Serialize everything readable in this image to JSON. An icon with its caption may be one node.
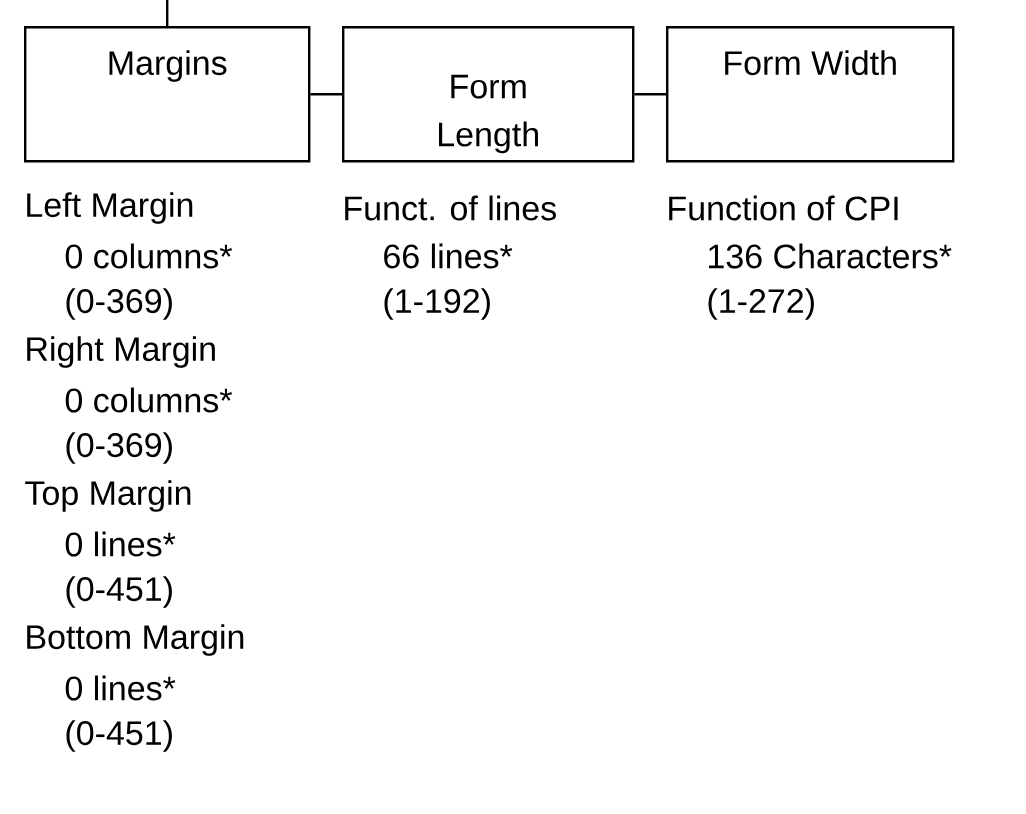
{
  "diagram": {
    "nodes": [
      {
        "text": [
          "Margins"
        ],
        "beside": [
          "Left Margin",
          "0 columns*",
          "(0-369)",
          "Right Margin",
          "0 columns*",
          "(0-369)",
          "Top Margin",
          "0 lines*",
          "(0-451)",
          "Bottom Margin",
          "0 lines*",
          "(0-451)"
        ]
      },
      {
        "text": [
          "Form Length"
        ],
        "beside": [
          "Funct. of lines",
          "66 lines*",
          "(1-192)"
        ]
      },
      {
        "text": [
          "Form Width"
        ],
        "beside": [
          "Function of CPI",
          "136 Characters*",
          "(1-272)"
        ]
      }
    ],
    "edges": [
      {
        "from": null,
        "to": 0,
        "arrow": "none"
      },
      {
        "from": 0,
        "to": 1,
        "arrow": "none"
      },
      {
        "from": 1,
        "to": 2,
        "arrow": "none"
      }
    ]
  }
}
